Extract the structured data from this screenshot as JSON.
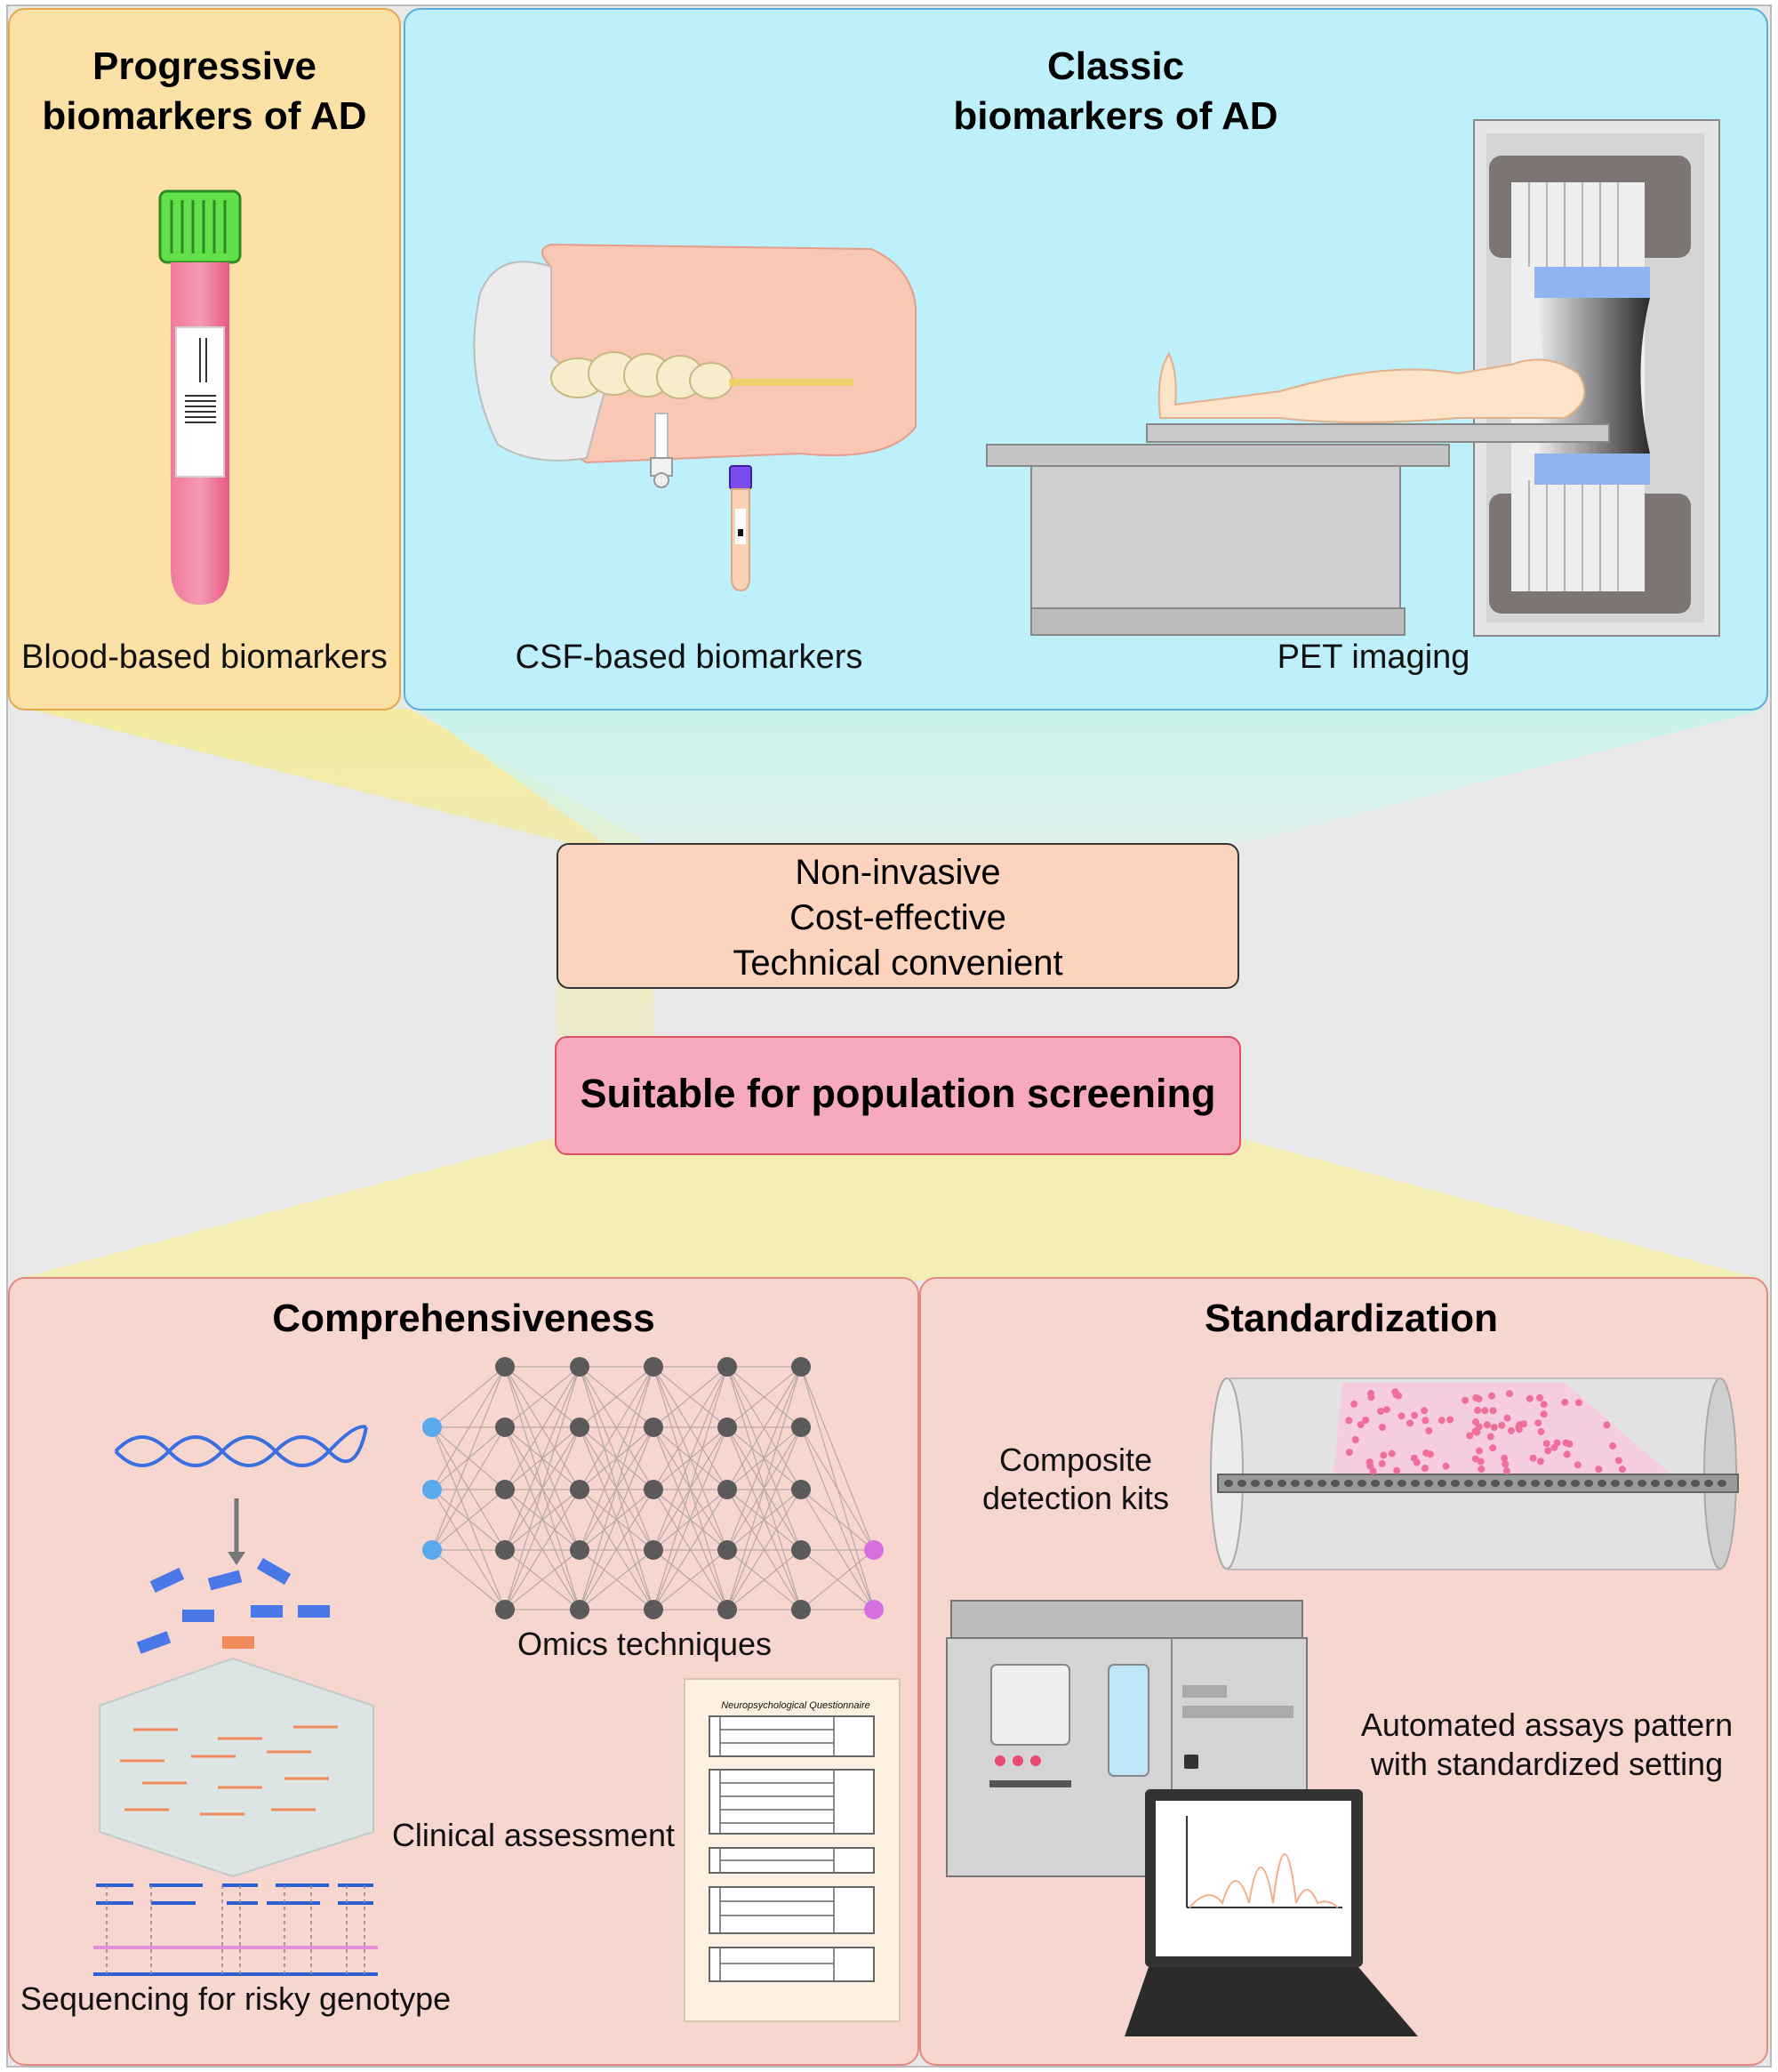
{
  "panels": {
    "progressive": {
      "title_line1": "Progressive",
      "title_line2": "biomarkers of AD",
      "label": "Blood-based biomarkers"
    },
    "classic": {
      "title_line1": "Classic",
      "title_line2": "biomarkers of AD",
      "csf_label": "CSF-based biomarkers",
      "pet_label": "PET imaging"
    },
    "comprehensiveness": {
      "title": "Comprehensiveness",
      "omics_label": "Omics techniques",
      "clinical_label": "Clinical assessment",
      "sequencing_label": "Sequencing for risky genotype",
      "questionnaire_title": "Neuropsychological Questionnaire"
    },
    "standardization": {
      "title": "Standardization",
      "kits_line1": "Composite",
      "kits_line2": "detection kits",
      "assays_line1": "Automated assays pattern",
      "assays_line2": "with standardized setting"
    }
  },
  "advantages": {
    "lines": [
      "Non-invasive",
      "Cost-effective",
      "Technical convenient"
    ]
  },
  "screening": {
    "label": "Suitable for population screening"
  },
  "colors": {
    "progressive_bg": "#fbe1a6",
    "classic_bg": "#bdf0fa",
    "bottom_bg": "#f8d6d0",
    "advantages_bg": "#fcd3bd",
    "screening_bg": "#f7a9bd",
    "background": "#e8e8e8"
  },
  "icons": [
    "blood-tube-icon",
    "lumbar-puncture-icon",
    "csf-tube-icon",
    "pet-scanner-icon",
    "dna-helix-icon",
    "neural-network-icon",
    "questionnaire-icon",
    "microfluidic-kit-icon",
    "analyzer-machine-icon",
    "laptop-chart-icon"
  ]
}
